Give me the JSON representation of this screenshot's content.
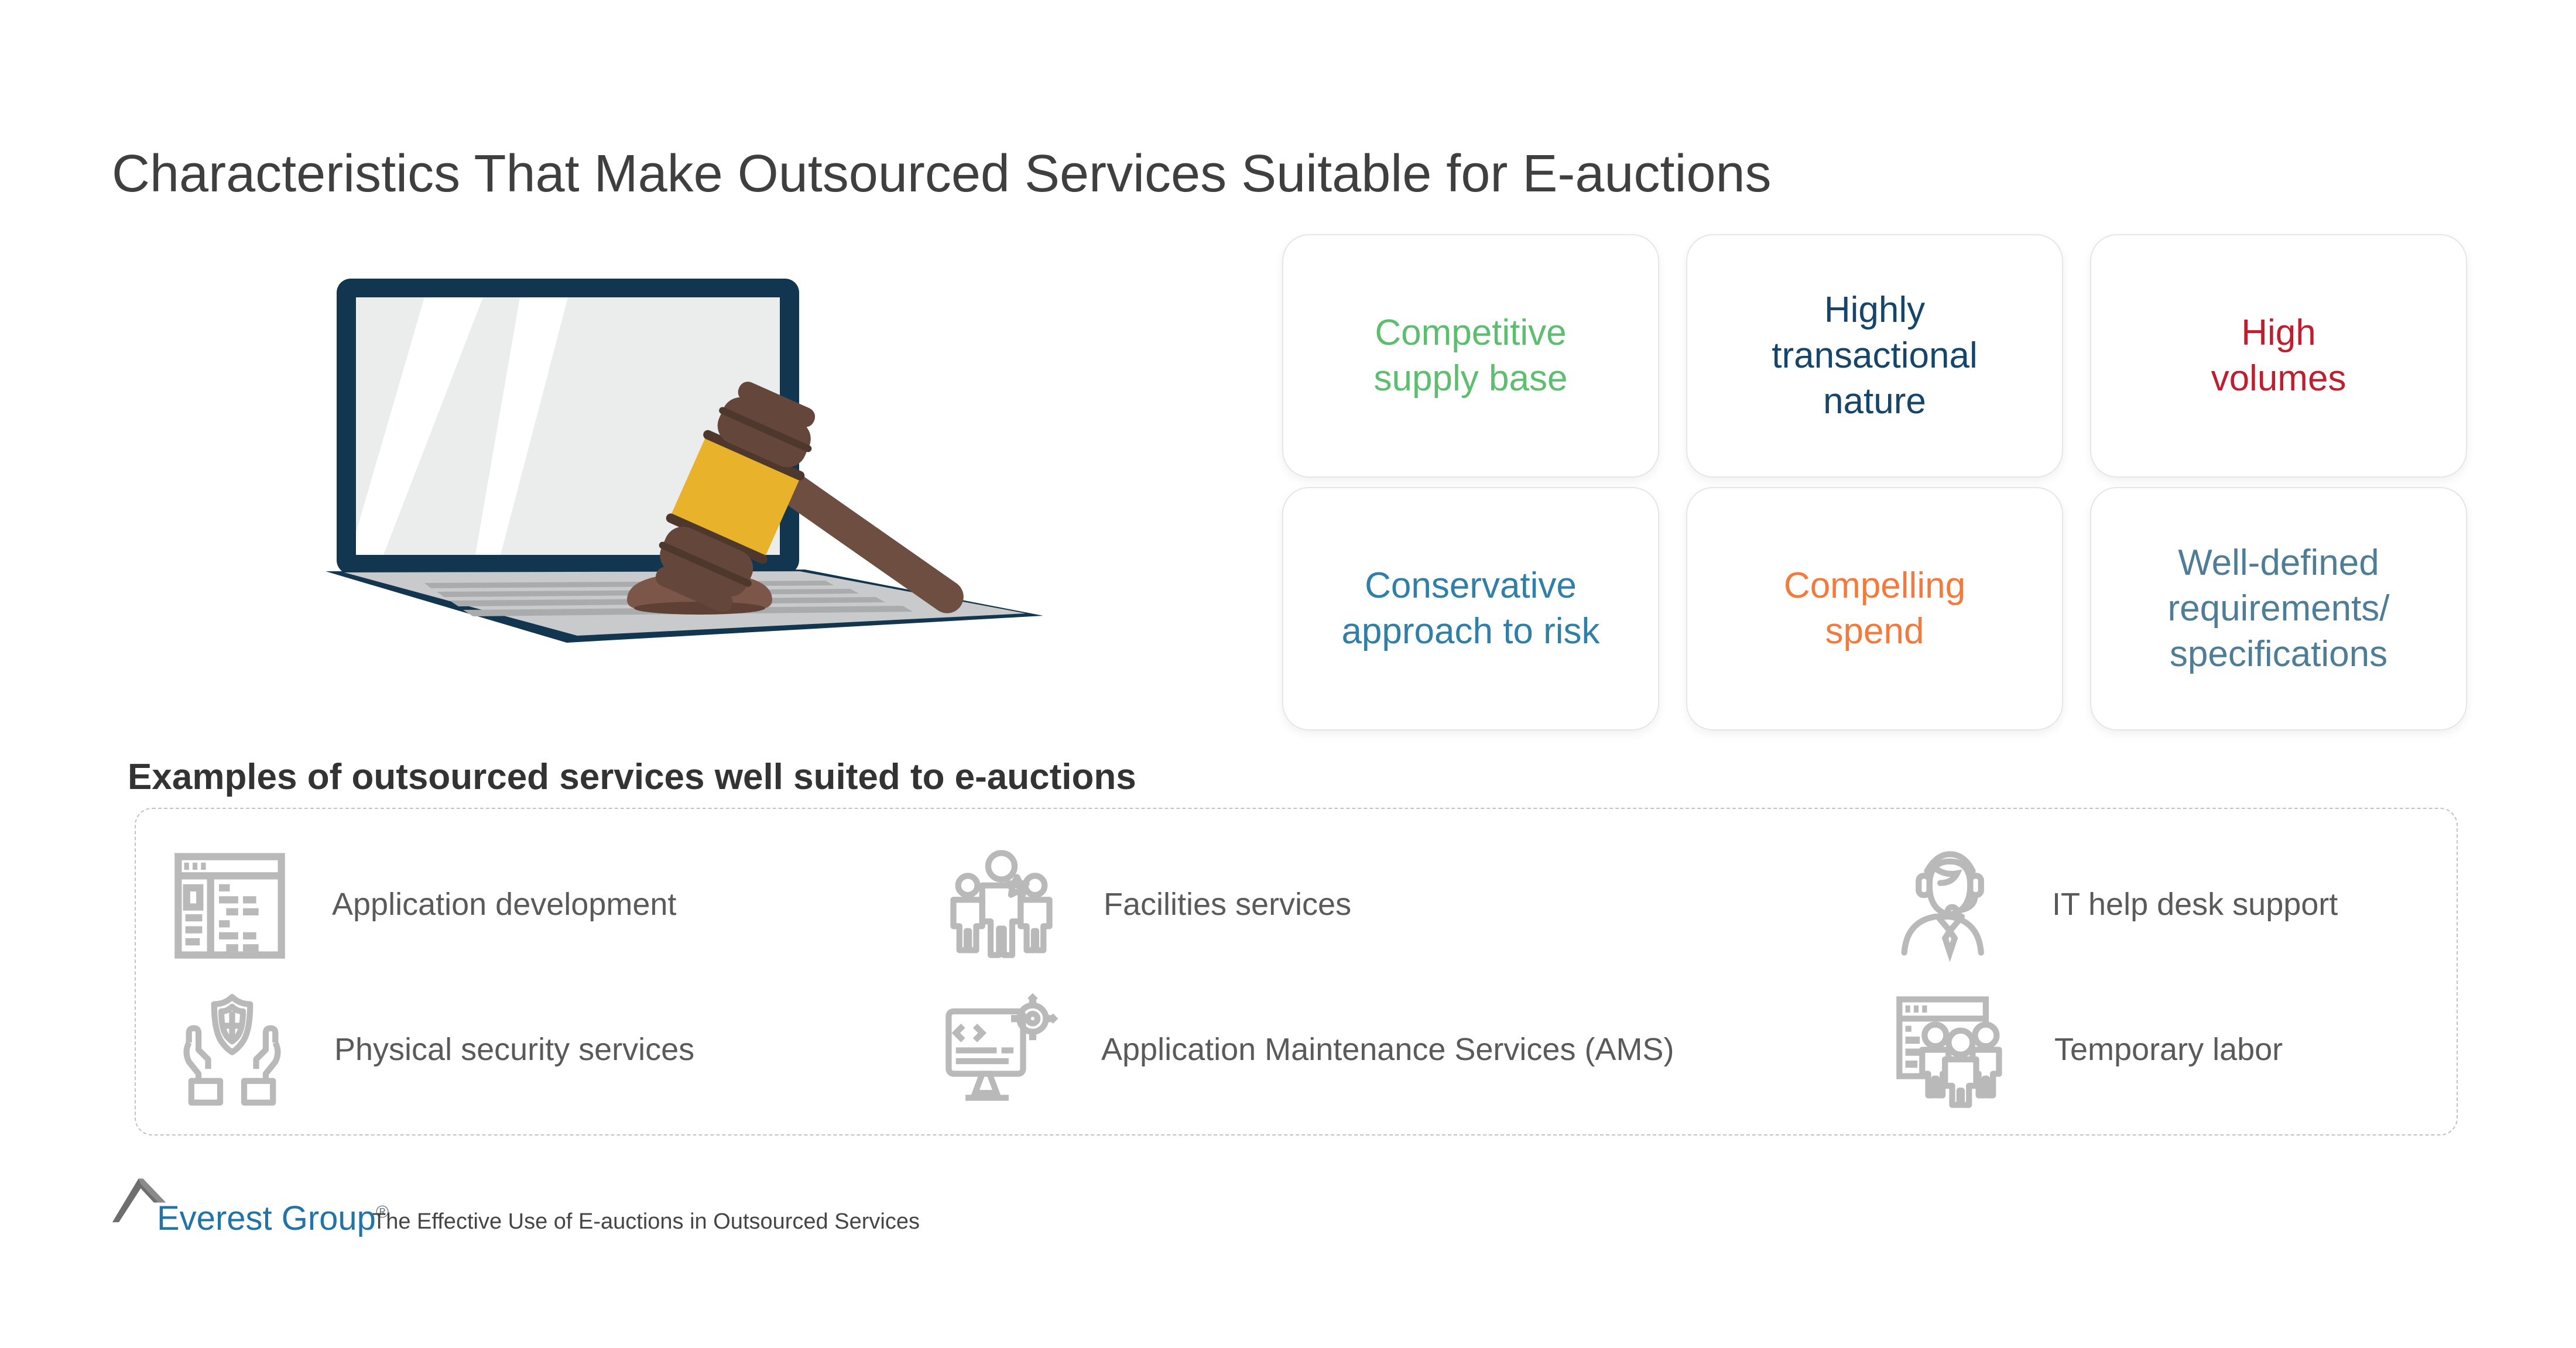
{
  "page": {
    "title": "Characteristics That Make Outsourced Services Suitable for E-auctions",
    "title_color": "#3f3f3f",
    "background_color": "#ffffff"
  },
  "illustration": {
    "name": "laptop-with-auction-gavel",
    "colors": {
      "laptop_navy": "#123550",
      "screen_gray": "#ebecec",
      "glare_white": "#ffffff",
      "deck_gray": "#c9cacb",
      "key_gray": "#a9abad",
      "gavel_brown": "#64463a",
      "gavel_dark_brown": "#4e372c",
      "gavel_gold": "#e8b22a",
      "handle_brown": "#6d4e40",
      "sound_block_brown": "#7b5649"
    }
  },
  "characteristics": {
    "boxes": [
      {
        "label": "Competitive\nsupply base",
        "color": "#5cbe6e"
      },
      {
        "label": "Highly\ntransactional\nnature",
        "color": "#15456b"
      },
      {
        "label": "High\nvolumes",
        "color": "#be1e2d"
      },
      {
        "label": "Conservative\napproach to risk",
        "color": "#2f7fa8"
      },
      {
        "label": "Compelling\nspend",
        "color": "#f5793b"
      },
      {
        "label": "Well-defined\nrequirements/\nspecifications",
        "color": "#4e7e97"
      }
    ],
    "box_border_color": "#e6e6e6"
  },
  "examples": {
    "heading": "Examples of outsourced services well suited to e-auctions",
    "panel_border_color": "#c3c3c3",
    "icon_color": "#b9b9b9",
    "label_color": "#5a5a5a",
    "items": [
      {
        "label": "Application development",
        "icon": "app-window-icon"
      },
      {
        "label": "Facilities services",
        "icon": "people-group-icon"
      },
      {
        "label": "IT help desk support",
        "icon": "support-agent-icon"
      },
      {
        "label": "Physical security services",
        "icon": "shield-hands-icon"
      },
      {
        "label": "Application Maintenance Services (AMS)",
        "icon": "code-monitor-gear-icon"
      },
      {
        "label": "Temporary labor",
        "icon": "workers-window-icon"
      }
    ]
  },
  "footer": {
    "brand": "Everest Group",
    "registered": "®",
    "brand_color": "#2173a8",
    "tagline": "The Effective Use of E-auctions in Outsourced Services",
    "tagline_color": "#454545",
    "logo": "mountain-peak-icon"
  }
}
